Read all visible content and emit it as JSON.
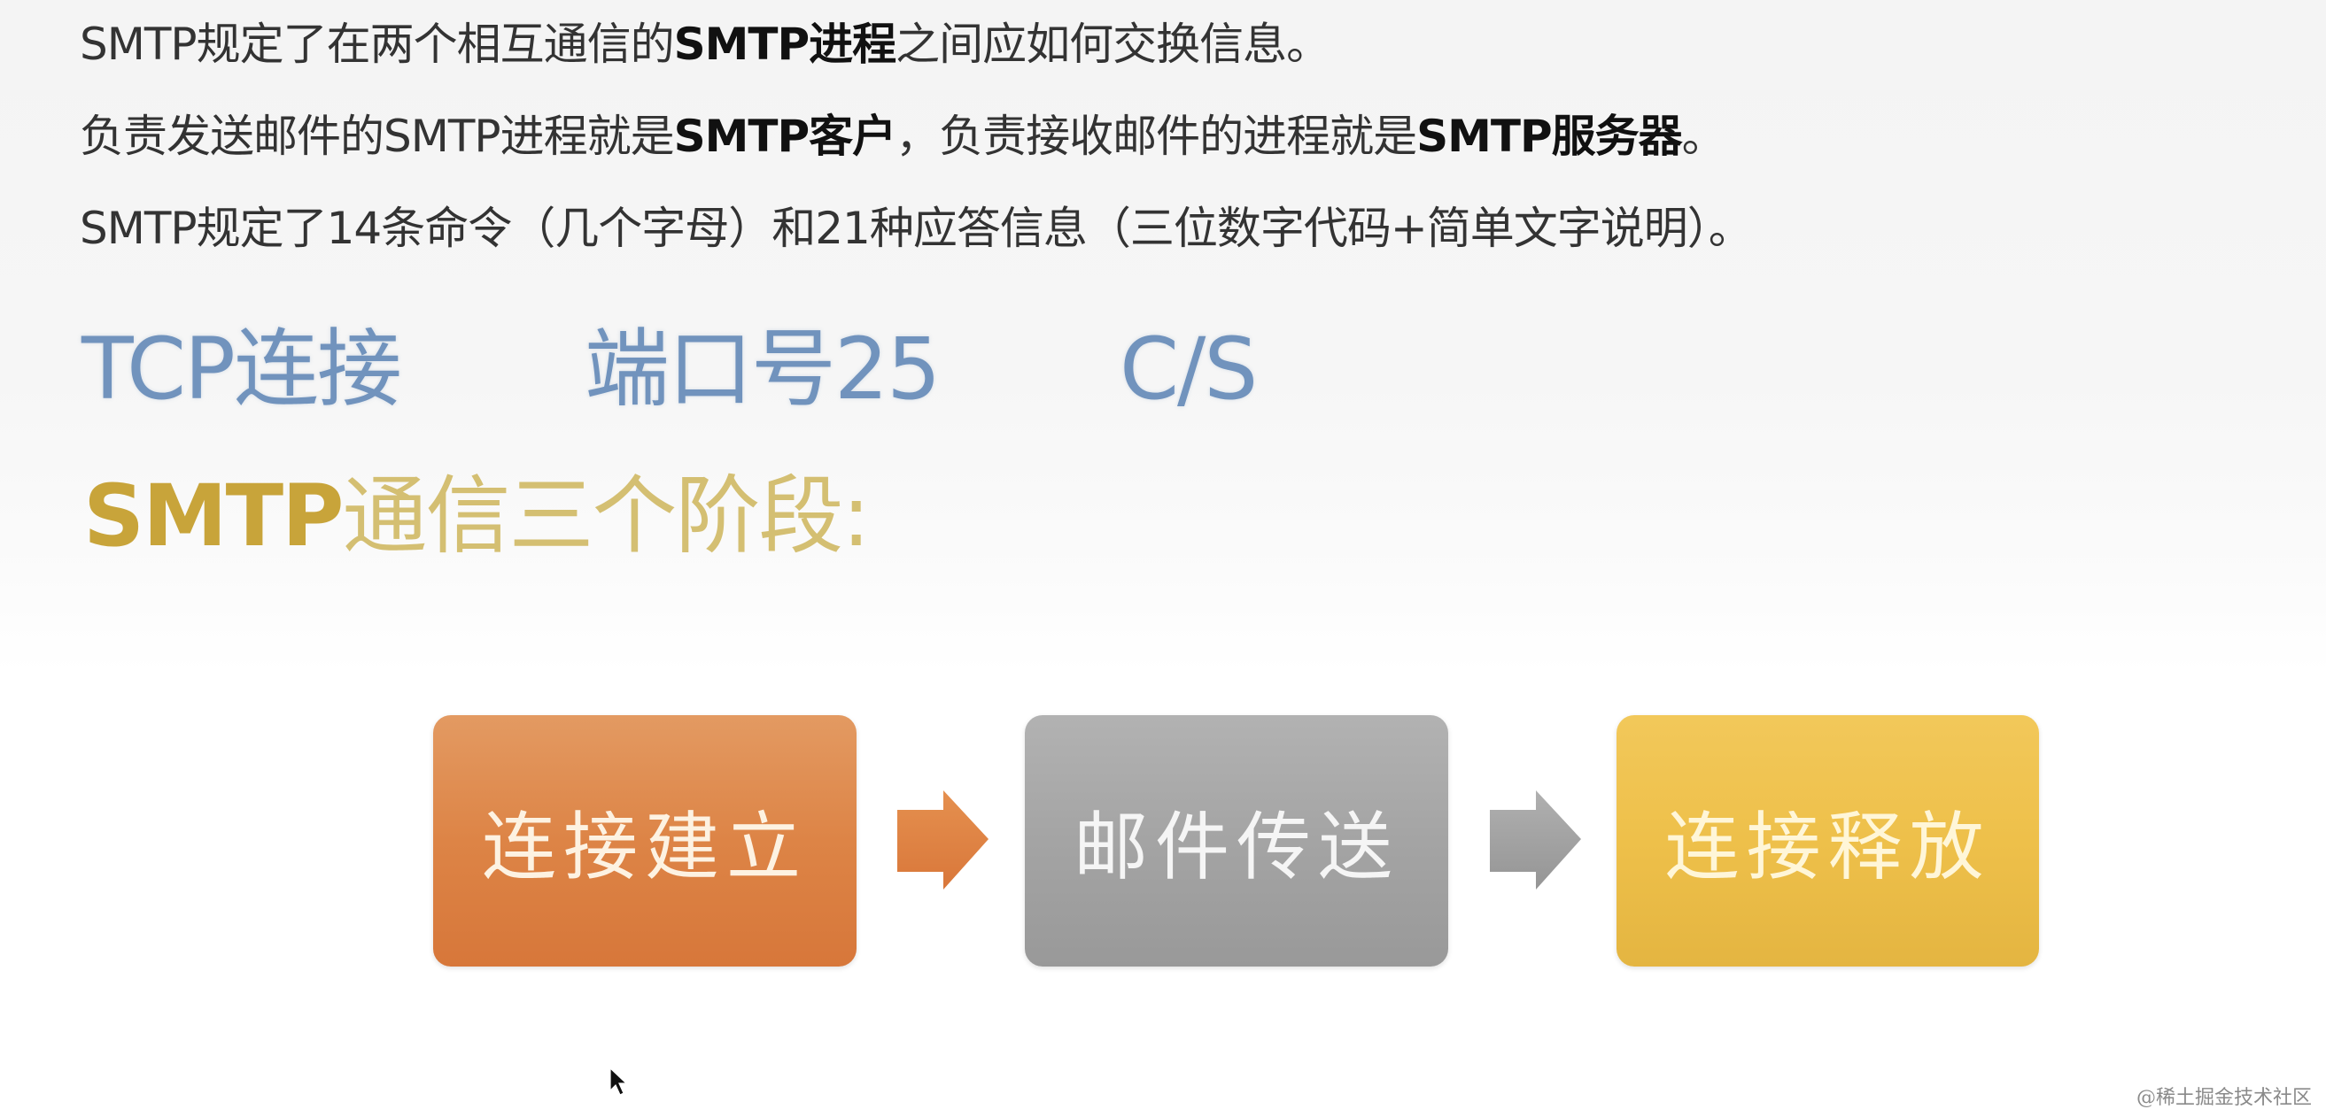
{
  "slide": {
    "lines": [
      {
        "parts": [
          {
            "text": "SMTP规定了在两个相互通信的",
            "bold": false
          },
          {
            "text": "SMTP进程",
            "bold": true
          },
          {
            "text": "之间应如何交换信息。",
            "bold": false
          }
        ]
      },
      {
        "parts": [
          {
            "text": "负责发送邮件的SMTP进程就是",
            "bold": false
          },
          {
            "text": "SMTP客户",
            "bold": true
          },
          {
            "text": "，负责接收邮件的进程就是",
            "bold": false
          },
          {
            "text": "SMTP服务器",
            "bold": true
          },
          {
            "text": "。",
            "bold": false
          }
        ]
      },
      {
        "parts": [
          {
            "text": "SMTP规定了14条命令（几个字母）和21种应答信息（三位数字代码+简单文字说明）。",
            "bold": false
          }
        ]
      }
    ],
    "keywords": {
      "tcp": "TCP连接",
      "port": "端口号25",
      "cs": "C/S",
      "color": "#7193bd"
    },
    "stages_heading": {
      "prefix": "SMTP",
      "rest": "通信三个阶段:",
      "color": "#c8a43a"
    },
    "stages": [
      {
        "label": "连接建立",
        "color": "#dd8446"
      },
      {
        "label": "邮件传送",
        "color": "#a4a4a4"
      },
      {
        "label": "连接释放",
        "color": "#eec04a"
      }
    ],
    "arrows": [
      {
        "icon": "arrow-right-icon",
        "color": "#e08040"
      },
      {
        "icon": "arrow-right-icon",
        "color": "#a0a0a0"
      }
    ],
    "watermark": "@稀土掘金技术社区"
  }
}
